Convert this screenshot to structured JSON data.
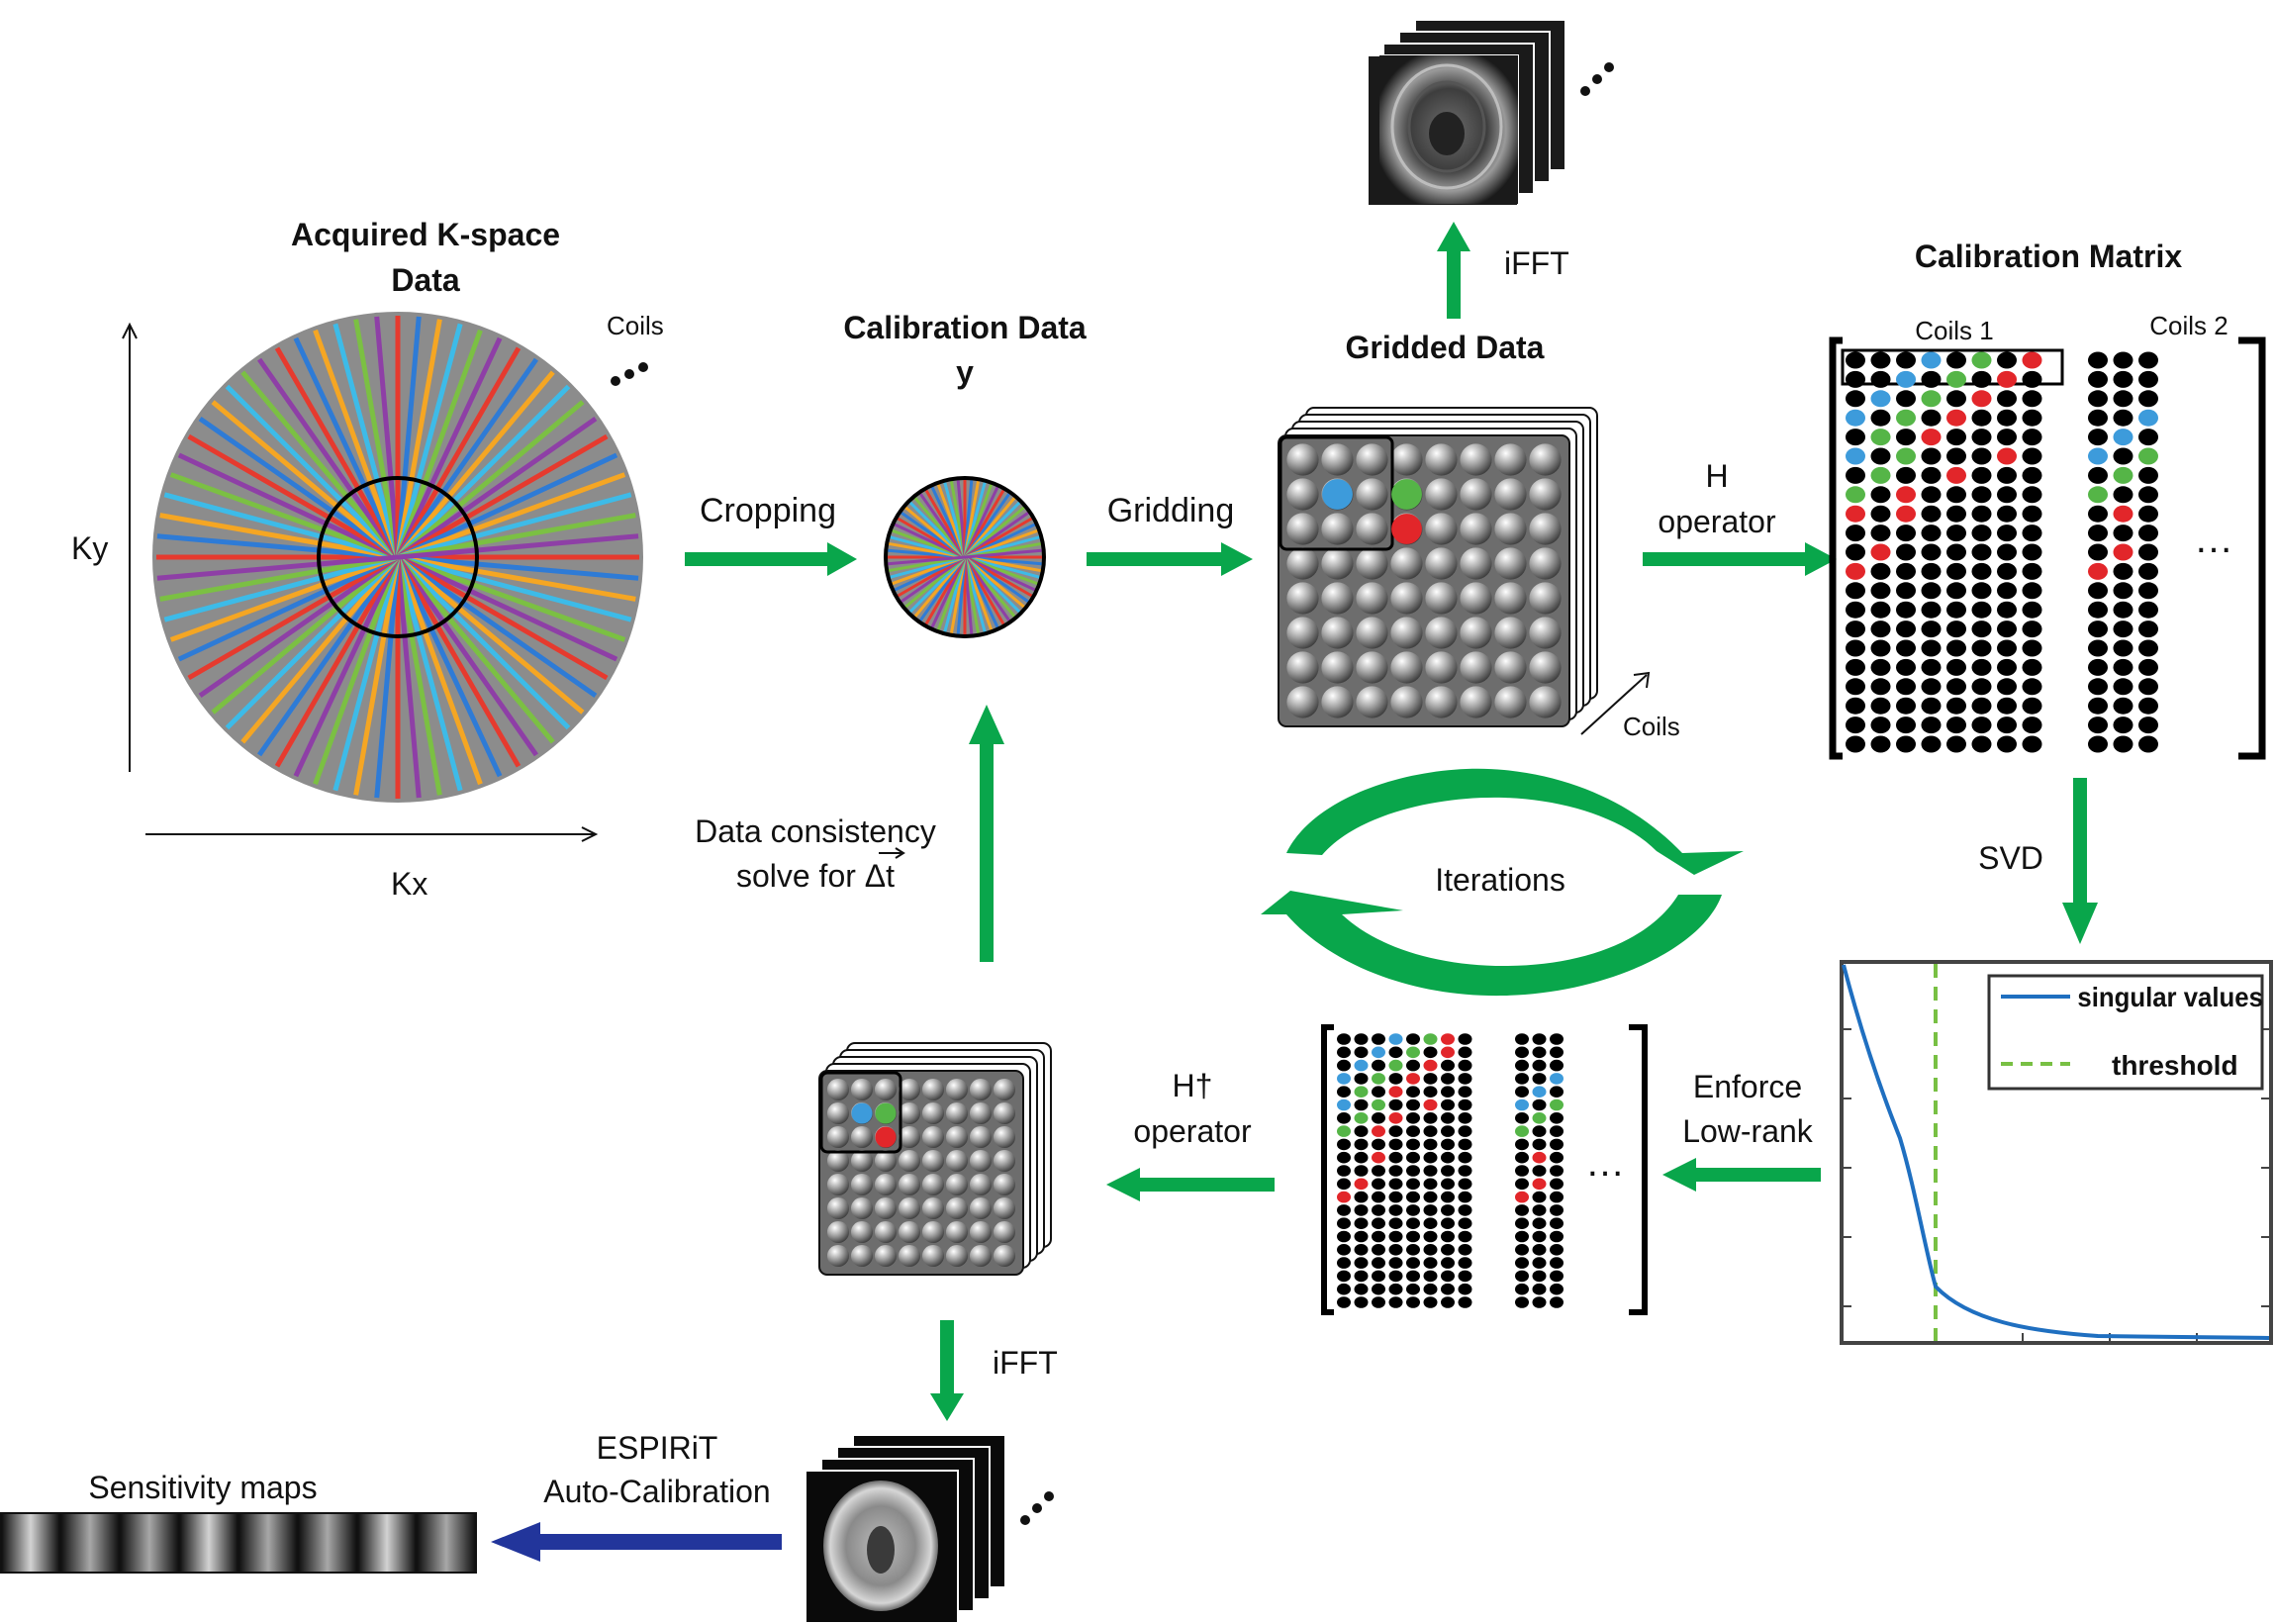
{
  "colors": {
    "green": "#09A64B",
    "blue_arrow": "#22359B",
    "kspace_gray": "#8C8C8C",
    "spoke_colors": [
      "#E63A2E",
      "#2E7BD6",
      "#F5A623",
      "#3DBBE8",
      "#7BC043",
      "#8E3FA6"
    ],
    "dot_blue": "#3D9BDB",
    "dot_green": "#55B547",
    "dot_red": "#E2262A",
    "plot_line": "#1F6FC0",
    "threshold_line": "#78C043"
  },
  "labels": {
    "acquired_title_1": "Acquired K-space",
    "acquired_title_2": "Data",
    "coils": "Coils",
    "ky": "Ky",
    "kx": "Kx",
    "cropping": "Cropping",
    "calib_data_1": "Calibration Data",
    "calib_data_2": "y",
    "gridding": "Gridding",
    "gridded_data": "Gridded Data",
    "ifft_top": "iFFT",
    "coils_stack": "Coils",
    "h_operator_1": "H",
    "h_operator_2": "operator",
    "calib_matrix": "Calibration Matrix",
    "coils1": "Coils 1",
    "coils2": "Coils 2",
    "ellipsis": "…",
    "svd": "SVD",
    "legend_singular": "singular values",
    "legend_threshold": "threshold",
    "enforce_1": "Enforce",
    "enforce_2": "Low-rank",
    "hdagger_1": "H†",
    "hdagger_2": "operator",
    "iterations": "Iterations",
    "data_consistency_1": "Data consistency",
    "data_consistency_2": "solve for Δt",
    "ifft_bottom": "iFFT",
    "espirit_1": "ESPIRiT",
    "espirit_2": "Auto-Calibration",
    "sensitivity_maps": "Sensitivity maps"
  }
}
